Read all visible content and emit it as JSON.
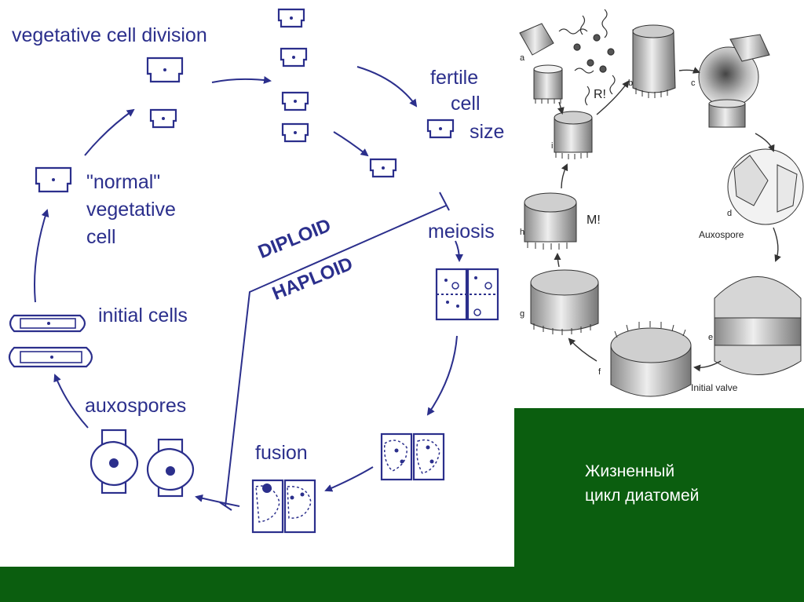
{
  "colors": {
    "diagram_ink": "#2b2f8c",
    "green": "#0b5e0f",
    "caption_text": "#ffffff",
    "sketch_ink": "#222222"
  },
  "life_cycle": {
    "vegetative_cell_division": "vegetative cell division",
    "fertile_cell_size": [
      "fertile",
      "cell",
      "size"
    ],
    "normal_vegetative_cell": [
      "\"normal\"",
      "vegetative",
      "cell"
    ],
    "meiosis": "meiosis",
    "diploid": "DIPLOID",
    "haploid": "HAPLOID",
    "initial_cells": "initial cells",
    "auxospores": "auxospores",
    "fusion": "fusion"
  },
  "illustration": {
    "panel_letters": [
      "a",
      "b",
      "c",
      "d",
      "e",
      "f",
      "g",
      "h",
      "i"
    ],
    "marker_r": "R!",
    "marker_m": "M!",
    "auxospore": "Auxospore",
    "initial_valve": "Initial valve"
  },
  "caption": [
    "Жизненный",
    "цикл диатомей"
  ]
}
